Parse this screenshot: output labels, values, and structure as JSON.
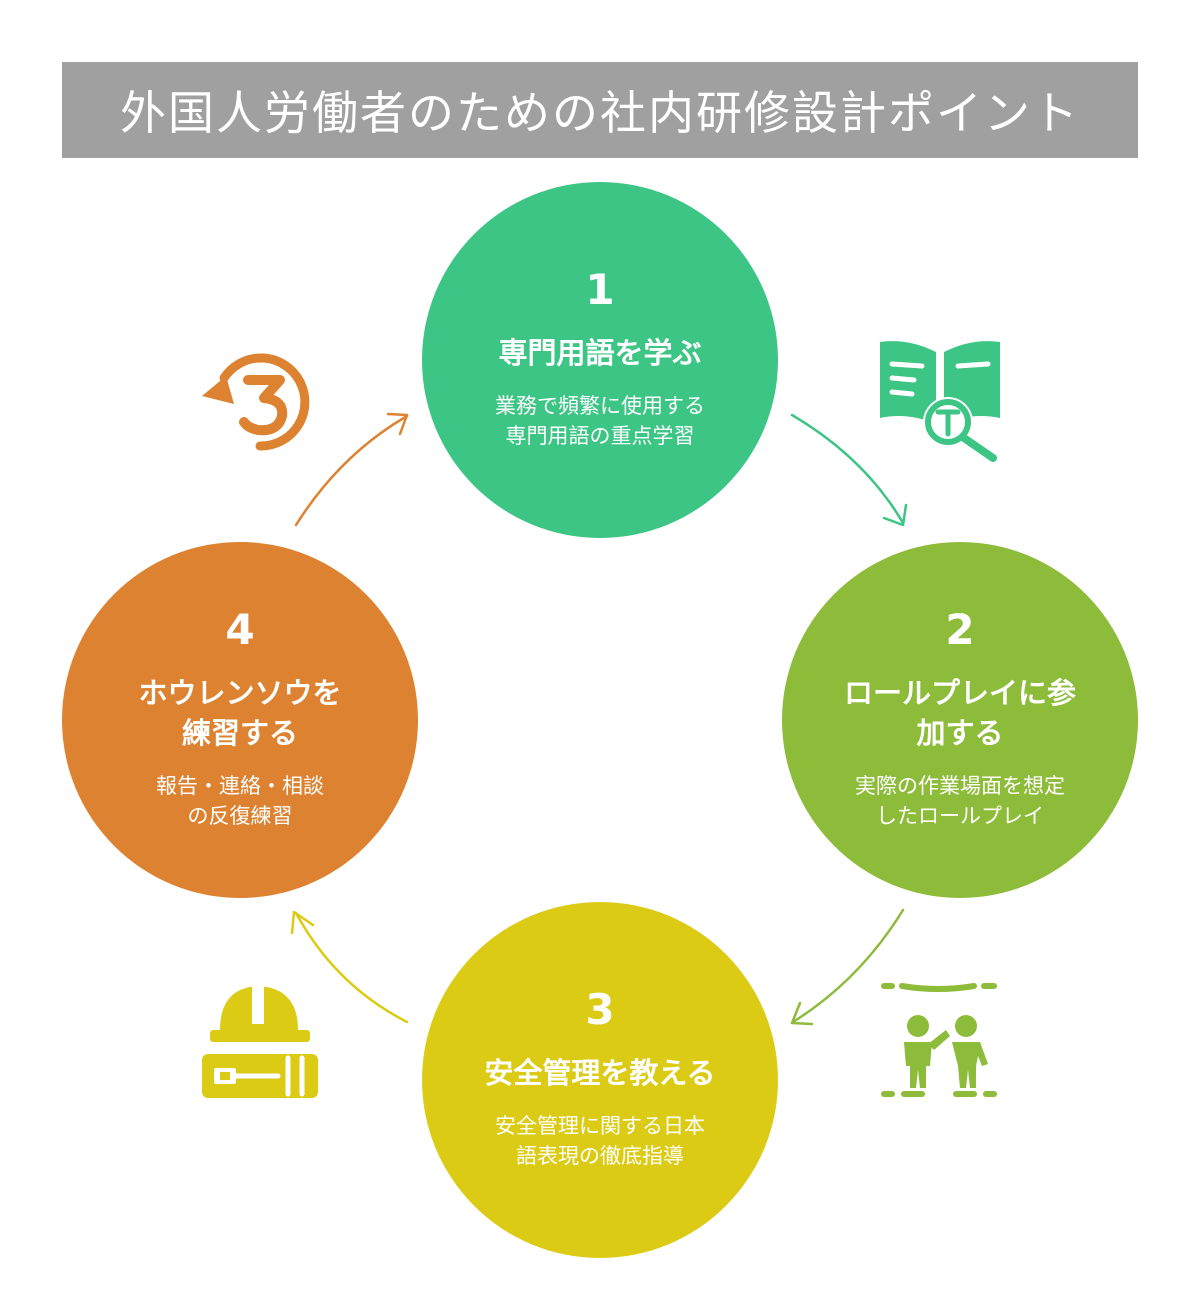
{
  "title": "外国人労働者のための社内研修設計ポイント",
  "colors": {
    "title_bg": "#a0a0a0",
    "step1": "#3cc584",
    "step2": "#8dbb3a",
    "step3": "#dccb14",
    "step4": "#dd8230"
  },
  "steps": [
    {
      "number": "1",
      "heading_lines": [
        "専門用語を学ぶ"
      ],
      "desc_lines": [
        "業務で頻繁に使用する",
        "専門用語の重点学習"
      ],
      "icon": "book-magnifier-icon"
    },
    {
      "number": "2",
      "heading_lines": [
        "ロールプレイに参",
        "加する"
      ],
      "desc_lines": [
        "実際の作業場面を想定",
        "したロールプレイ"
      ],
      "icon": "people-roleplay-icon"
    },
    {
      "number": "3",
      "heading_lines": [
        "安全管理を教える"
      ],
      "desc_lines": [
        "安全管理に関する日本",
        "語表現の徹底指導"
      ],
      "icon": "hardhat-books-icon"
    },
    {
      "number": "4",
      "heading_lines": [
        "ホウレンソウを",
        "練習する"
      ],
      "desc_lines": [
        "報告・連絡・相談",
        "の反復練習"
      ],
      "icon": "repeat-three-icon"
    }
  ]
}
